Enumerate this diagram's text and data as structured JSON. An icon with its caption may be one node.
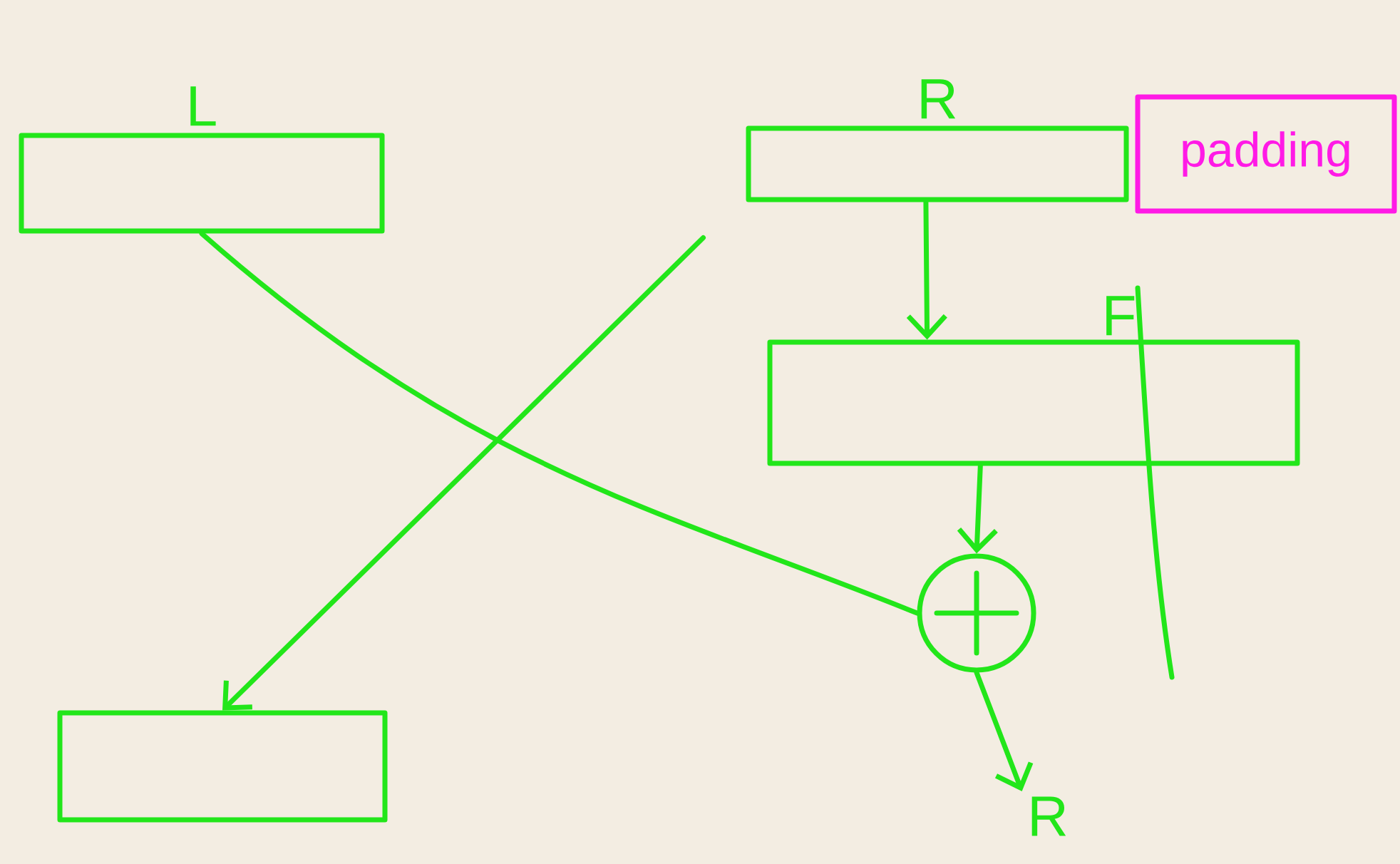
{
  "diagram": {
    "nodes": [
      {
        "text": [
          "L"
        ]
      },
      {
        "text": [
          "R"
        ]
      },
      {
        "text": [
          "padding"
        ]
      },
      {
        "text": [
          "F"
        ]
      },
      {
        "text": [],
        "shape": "circle"
      },
      {
        "text": [],
        "shape": "box"
      },
      {
        "text": [
          "R"
        ]
      }
    ],
    "edges": [
      {
        "from": 1,
        "to": 3,
        "arrow": "to"
      },
      {
        "from": 1,
        "to": 5,
        "arrow": "to"
      },
      {
        "from": 0,
        "to": 4,
        "arrow": "none"
      },
      {
        "from": 3,
        "to": 4,
        "arrow": "to"
      },
      {
        "from": 4,
        "to": 6,
        "arrow": "to"
      }
    ]
  }
}
